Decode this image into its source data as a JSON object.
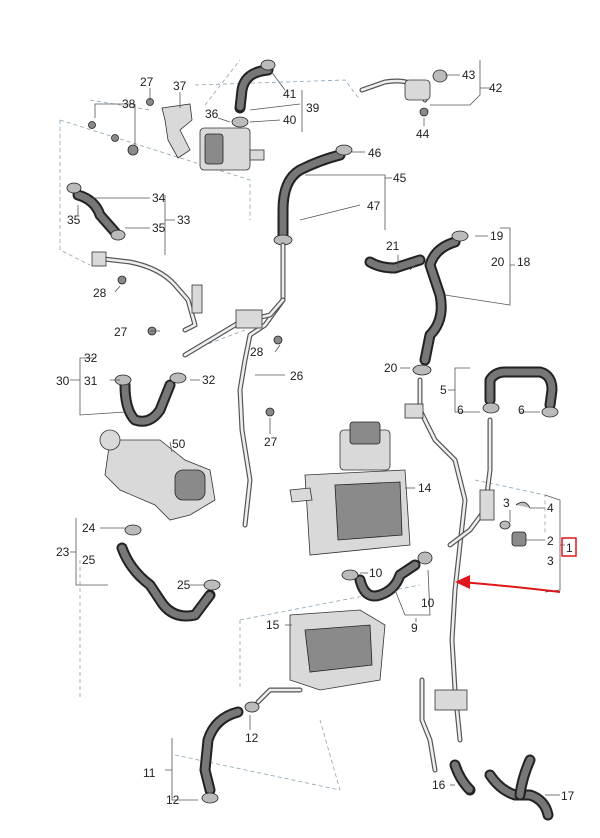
{
  "labels": {
    "n1": "1",
    "n2": "2",
    "n3": "3",
    "n4": "4",
    "n5": "5",
    "n6a": "6",
    "n6b": "6",
    "n9": "9",
    "n10a": "10",
    "n10b": "10",
    "n11": "11",
    "n12a": "12",
    "n12b": "12",
    "n14": "14",
    "n15": "15",
    "n16": "16",
    "n17": "17",
    "n18": "18",
    "n19": "19",
    "n20a": "20",
    "n20b": "20",
    "n21": "21",
    "n23": "23",
    "n24": "24",
    "n25a": "25",
    "n25b": "25",
    "n26": "26",
    "n27a": "27",
    "n27b": "27",
    "n27c": "27",
    "n28a": "28",
    "n28b": "28",
    "n30": "30",
    "n31": "31",
    "n32a": "32",
    "n32b": "32",
    "n33": "33",
    "n34": "34",
    "n35a": "35",
    "n35b": "35",
    "n36": "36",
    "n37": "37",
    "n38": "38",
    "n39": "39",
    "n40": "40",
    "n41": "41",
    "n42": "42",
    "n43": "43",
    "n44": "44",
    "n45": "45",
    "n46": "46",
    "n47": "47",
    "n50": "50",
    "n3b": "3"
  },
  "highlight": {
    "color": "#e0161b",
    "target": "1"
  }
}
